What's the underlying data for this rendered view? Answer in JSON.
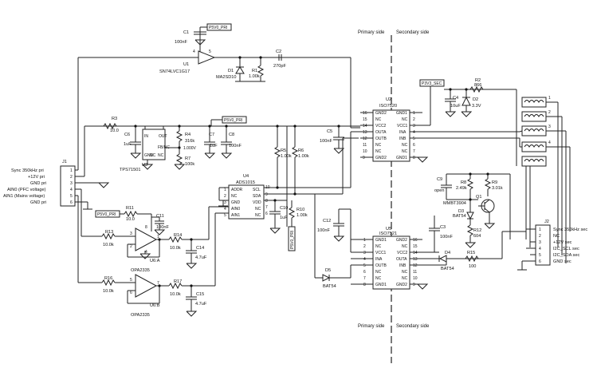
{
  "dividers": {
    "primary_side": "Primary side",
    "secondary_side": "Secondary side"
  },
  "nets": {
    "p5v0_pri": "P5V0_PRI",
    "p3v3_sec": "P3V3_SEC"
  },
  "components": {
    "u1": {
      "ref": "U1",
      "part": "SN74LVC1G17"
    },
    "u2": {
      "ref": "U2",
      "part": "ISO7520",
      "left_pins": [
        {
          "num": "16",
          "name": "GND2"
        },
        {
          "num": "15",
          "name": "NC"
        },
        {
          "num": "14",
          "name": "VCC2"
        },
        {
          "num": "13",
          "name": "OUTA"
        },
        {
          "num": "12",
          "name": "OUTB"
        },
        {
          "num": "11",
          "name": "NC"
        },
        {
          "num": "10",
          "name": "NC"
        },
        {
          "num": "9",
          "name": "GND2"
        }
      ],
      "right_pins": [
        {
          "num": "1",
          "name": "GND1"
        },
        {
          "num": "2",
          "name": "NC"
        },
        {
          "num": "3",
          "name": "VCC1"
        },
        {
          "num": "4",
          "name": "INA"
        },
        {
          "num": "5",
          "name": "INB"
        },
        {
          "num": "6",
          "name": "NC"
        },
        {
          "num": "7",
          "name": "NC"
        },
        {
          "num": "8",
          "name": "GND1"
        }
      ]
    },
    "u3": {
      "ref": "U3",
      "part": "TPS71501",
      "pins": [
        "IN",
        "OUT",
        "FB/NC",
        "GND",
        "NC",
        "NC"
      ]
    },
    "u4": {
      "ref": "U4",
      "part": "ADS1015",
      "left_pins": [
        {
          "num": "1",
          "name": "ADDR"
        },
        {
          "num": "2",
          "name": "NC"
        },
        {
          "num": "3",
          "name": "GND"
        },
        {
          "num": "4",
          "name": "AIN0"
        },
        {
          "num": "5",
          "name": "AIN1"
        }
      ],
      "right_pins": [
        {
          "num": "10",
          "name": "SCL"
        },
        {
          "num": "9",
          "name": "SDA"
        },
        {
          "num": "8",
          "name": "VDD"
        },
        {
          "num": "7",
          "name": "NC"
        },
        {
          "num": "6",
          "name": "NC"
        }
      ]
    },
    "u5": {
      "ref": "U5",
      "part": "ISO7521",
      "left_pins": [
        {
          "num": "1",
          "name": "GND1"
        },
        {
          "num": "2",
          "name": "NC"
        },
        {
          "num": "3",
          "name": "VCC1"
        },
        {
          "num": "4",
          "name": "INA"
        },
        {
          "num": "5",
          "name": "OUTB"
        },
        {
          "num": "6",
          "name": "NC"
        },
        {
          "num": "7",
          "name": "NC"
        },
        {
          "num": "8",
          "name": "GND1"
        }
      ],
      "right_pins": [
        {
          "num": "16",
          "name": "GND2"
        },
        {
          "num": "15",
          "name": "NC"
        },
        {
          "num": "14",
          "name": "VCC2"
        },
        {
          "num": "13",
          "name": "OUTA"
        },
        {
          "num": "12",
          "name": "INB"
        },
        {
          "num": "11",
          "name": "NC"
        },
        {
          "num": "10",
          "name": "NC"
        },
        {
          "num": "9",
          "name": "GND2"
        }
      ]
    },
    "u6a": {
      "ref": "U6:A",
      "part": "OPA2335"
    },
    "u6b": {
      "ref": "U6:B",
      "part": "OPA2335"
    },
    "c1": {
      "ref": "C1",
      "value": "100nF"
    },
    "c2": {
      "ref": "C2",
      "value": "270pF"
    },
    "c4": {
      "ref": "C4",
      "value": "10uF"
    },
    "c5": {
      "ref": "C5",
      "value": "100nF"
    },
    "c6": {
      "ref": "C6",
      "value": "1uF"
    },
    "c7": {
      "ref": "C7",
      "value": "1uF"
    },
    "c8": {
      "ref": "C8",
      "value": "100nF"
    },
    "c9": {
      "ref": "C9",
      "value": "open"
    },
    "c3": {
      "ref": "C3",
      "value": "100nF"
    },
    "c10": {
      "ref": "C10",
      "value": "1uF"
    },
    "c11": {
      "ref": "C11",
      "value": "100nF"
    },
    "c12": {
      "ref": "C12",
      "value": "100nF"
    },
    "c14": {
      "ref": "C14",
      "value": "4.7uF"
    },
    "c15": {
      "ref": "C15",
      "value": "4.7uF"
    },
    "r1": {
      "ref": "R1",
      "value": "1.00k"
    },
    "r2": {
      "ref": "R2",
      "value": "866"
    },
    "r3": {
      "ref": "R3",
      "value": "10.0"
    },
    "r4": {
      "ref": "R4",
      "value": "316k"
    },
    "r4_note": "1.000V",
    "r5": {
      "ref": "R5",
      "value": "1.00k"
    },
    "r6": {
      "ref": "R6",
      "value": "1.00k"
    },
    "r7": {
      "ref": "R7",
      "value": "100k"
    },
    "r8": {
      "ref": "R8",
      "value": "2.49k"
    },
    "r9": {
      "ref": "R9",
      "value": "3.01k"
    },
    "r10": {
      "ref": "R10",
      "value": "1.00k"
    },
    "r11": {
      "ref": "R11",
      "value": "10.0"
    },
    "r12": {
      "ref": "R12",
      "value": "604"
    },
    "r13": {
      "ref": "R13",
      "value": "10.0k"
    },
    "r14": {
      "ref": "R14",
      "value": "10.0k"
    },
    "r15": {
      "ref": "R15",
      "value": "100"
    },
    "r16": {
      "ref": "R16",
      "value": "10.0k"
    },
    "r17": {
      "ref": "R17",
      "value": "10.0k"
    },
    "d1": {
      "ref": "D1",
      "part": "MA2SD10"
    },
    "d2": {
      "ref": "D2",
      "part": "3.3V"
    },
    "d3": {
      "ref": "D3",
      "part": "BAT54"
    },
    "d4": {
      "ref": "D4",
      "part": "BAT54"
    },
    "d5": {
      "ref": "D5",
      "part": "BAT54"
    },
    "q1": {
      "ref": "Q1",
      "part": "MMBT3904"
    }
  },
  "connectors": {
    "j1": {
      "ref": "J1",
      "pins": [
        {
          "num": "1",
          "label": "Sync 350kHz pri"
        },
        {
          "num": "2",
          "label": "+12V pri"
        },
        {
          "num": "3",
          "label": "GND pri"
        },
        {
          "num": "4",
          "label": "AIN0 (PFC voltage)"
        },
        {
          "num": "5",
          "label": "AIN1 (Mains voltage)"
        },
        {
          "num": "6",
          "label": "GND pri"
        }
      ]
    },
    "j2": {
      "ref": "J2",
      "pins": [
        {
          "num": "1",
          "label": "Sync 350kHz sec"
        },
        {
          "num": "2",
          "label": "NC"
        },
        {
          "num": "3",
          "label": "+12V sec"
        },
        {
          "num": "4",
          "label": "I2C_SCL sec"
        },
        {
          "num": "5",
          "label": "I2C_SDA sec"
        },
        {
          "num": "6",
          "label": "GND sec"
        }
      ]
    }
  }
}
